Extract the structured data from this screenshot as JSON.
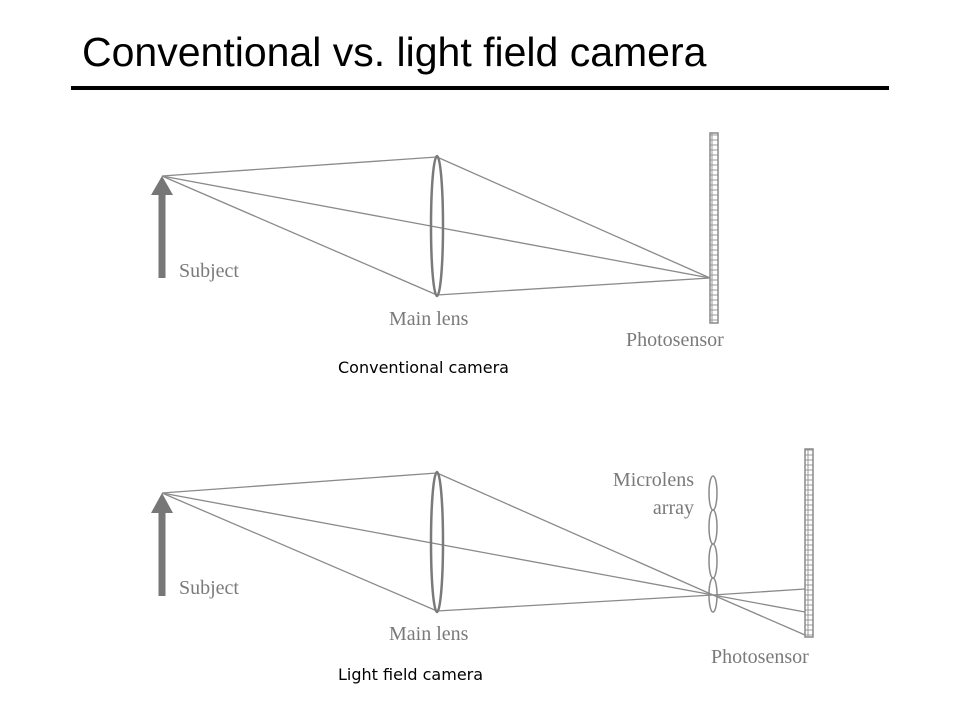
{
  "slide": {
    "title": "Conventional vs. light field camera"
  },
  "diagrams": {
    "conventional": {
      "subject_label": "Subject",
      "main_lens_label": "Main lens",
      "photosensor_label": "Photosensor",
      "caption": "Conventional camera"
    },
    "light_field": {
      "subject_label": "Subject",
      "main_lens_label": "Main lens",
      "microlens_label_line1": "Microlens",
      "microlens_label_line2": "array",
      "photosensor_label": "Photosensor",
      "caption": "Light field camera"
    }
  },
  "colors": {
    "ray": "#8a8a8a",
    "lens": "#7a7a7a",
    "arrow": "#777777",
    "label": "#7a7a7a",
    "text": "#000000"
  }
}
